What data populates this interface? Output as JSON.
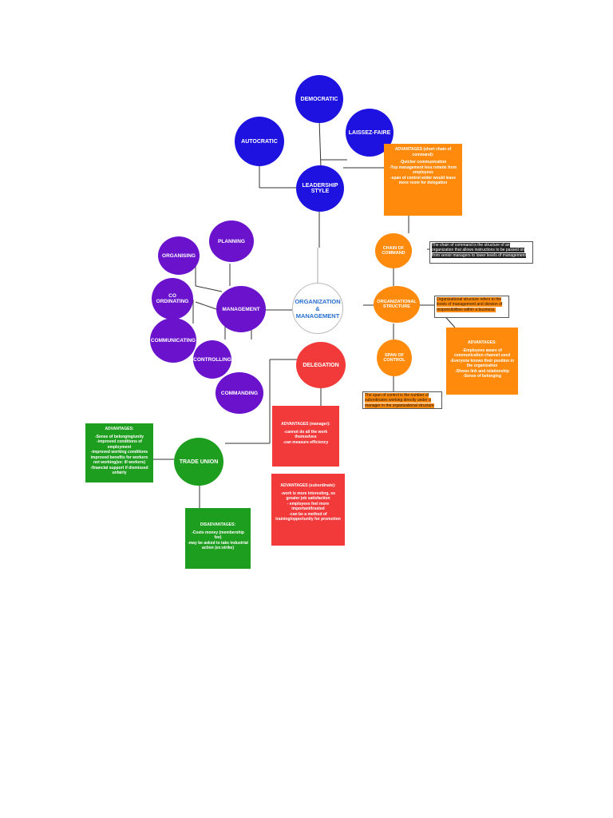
{
  "center": {
    "label_line1": "ORGANIZATION",
    "label_line2": "&",
    "label_line3": "MANAGEMENT"
  },
  "leadership": {
    "hub": "LEADERSHIP STYLE",
    "styles": [
      "DEMOCRATIC",
      "LAISSEZ-FAIRE",
      "AUTOCRATIC"
    ]
  },
  "chain_advantages": {
    "title": "ADVANTAGES (short chain of command):",
    "lines": [
      "-Quicker communication",
      "-Top management less remote from employees",
      "-span of control wider would leave more room for delegation"
    ]
  },
  "structure": {
    "hub": "ORGANIZATIONAL STRUCTURE",
    "chain": "CHAIN OF COMMAND",
    "span": "SPAN OF CONTROL",
    "chain_note": "The chain of command is the structure of an organization that allows instructions to be passed on from senior managers to lower levels of management",
    "structure_note": "Organizational structure refers to the levels of management and division of responsibilities within a business.",
    "span_note": "The span of control is the number of subordinates working directly under a manager in the organizational structure",
    "advantages": {
      "title": "ADVANTAGES:",
      "lines": [
        "-Employees aware of communication channel used",
        "-Everyone knows their position in the organization",
        "-Shows link and relationship",
        "-Sense of belonging"
      ]
    }
  },
  "management": {
    "hub": "MANAGEMENT",
    "functions": [
      "PLANNING",
      "ORGANISING",
      "CO ORDINATING",
      "COMMUNICATING",
      "CONTROLLING",
      "COMMANDING"
    ]
  },
  "delegation": {
    "hub": "DELEGATION",
    "manager": {
      "title": "ADVANTAGES (manager):",
      "lines": [
        "-cannot do all the work themselves",
        "-can measure efficiency"
      ]
    },
    "subordinate": {
      "title": "ADVANTAGES (subordinate):",
      "lines": [
        "-work is more interesting, so greater job satisfaction",
        "- employees feel more important/trusted",
        "-can be a method of training/opportunity for promotion"
      ]
    }
  },
  "trade_union": {
    "hub": "TRADE UNION",
    "advantages": {
      "title": "ADVANTAGES:",
      "lines": [
        "-Sense of belonging/unity",
        "-improved conditions of employment",
        "-improved working conditions",
        "improved benefits for workers not working(ex: ill workers)",
        "-financial support if dismissed unfairly"
      ]
    },
    "disadvantages": {
      "title": "DISADVANTAGES:",
      "lines": [
        "-Costs money (membership fee)",
        "-may be asked to take industrial action (ex:strike)"
      ]
    }
  }
}
